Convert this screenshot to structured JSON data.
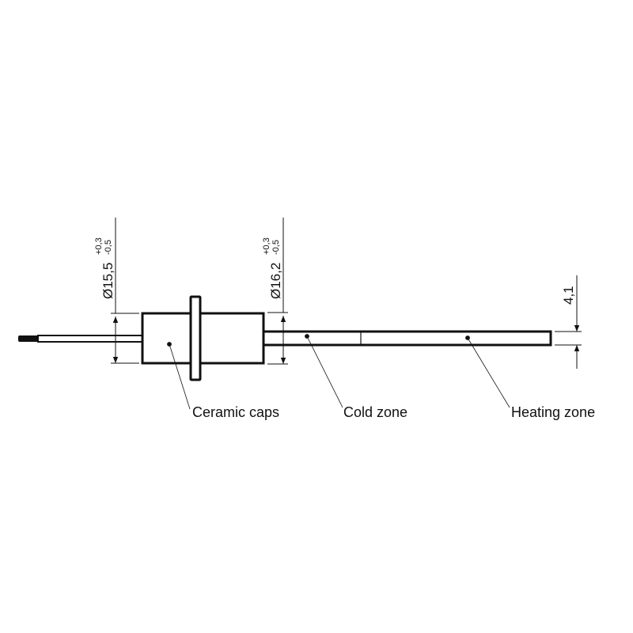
{
  "drawing": {
    "labels": {
      "ceramic_caps": "Ceramic caps",
      "cold_zone": "Cold zone",
      "heating_zone": "Heating zone"
    },
    "dimensions": {
      "cap_diameter": {
        "value": "Ø15,5",
        "tol_plus": "+0,3",
        "tol_minus": "-0,5"
      },
      "flange_side_diameter": {
        "value": "Ø16,2",
        "tol_plus": "+0,3",
        "tol_minus": "-0,5"
      },
      "tube_diameter": {
        "value": "4,1"
      }
    },
    "colors": {
      "line": "#111111",
      "background": "#ffffff"
    }
  }
}
